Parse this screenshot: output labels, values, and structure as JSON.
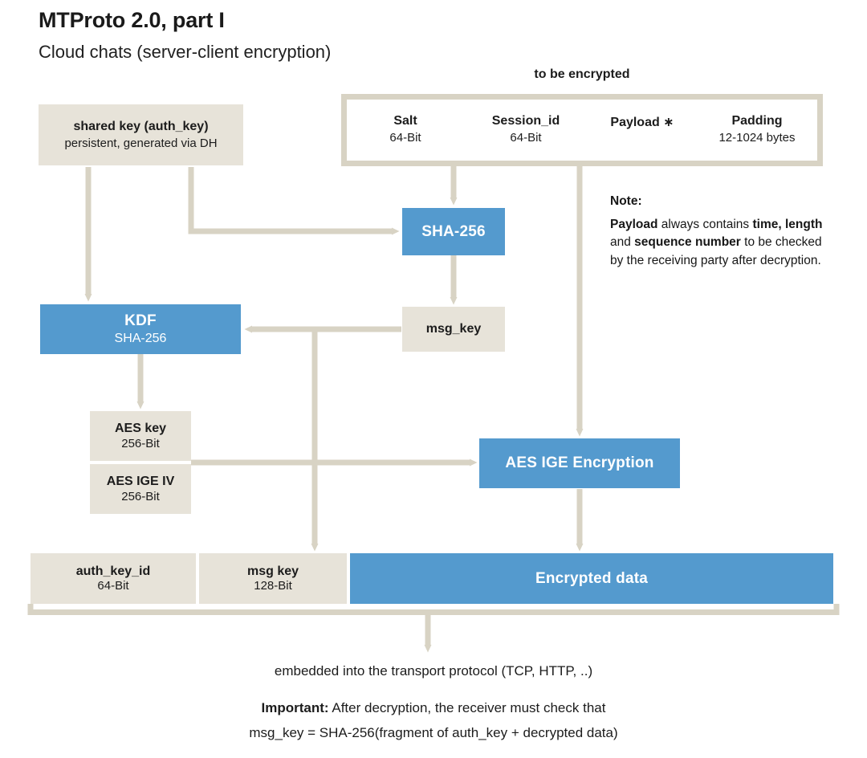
{
  "header": {
    "title": "MTProto 2.0, part I",
    "subtitle": "Cloud chats (server-client encryption)"
  },
  "shared_key": {
    "title": "shared key (auth_key)",
    "sub": "persistent, generated via DH"
  },
  "to_be_encrypted": {
    "caption": "to be encrypted",
    "fields": [
      {
        "name": "Salt",
        "size": "64-Bit"
      },
      {
        "name": "Session_id",
        "size": "64-Bit"
      },
      {
        "name": "Payload ∗",
        "size": ""
      },
      {
        "name": "Padding",
        "size": "12-1024 bytes"
      }
    ]
  },
  "note": {
    "heading": "Note:",
    "line1_a": "Payload",
    "line1_b": " always contains ",
    "line1_c": "time,",
    "line2_a": "length",
    "line2_b": " and ",
    "line2_c": "sequence number",
    "line3": "to be checked by the receiving",
    "line4": "party after decryption."
  },
  "nodes": {
    "sha256": "SHA-256",
    "msg_key": "msg_key",
    "kdf_title": "KDF",
    "kdf_sub": "SHA-256",
    "aes_key": {
      "name": "AES key",
      "size": "256-Bit"
    },
    "aes_iv": {
      "name": "AES IGE IV",
      "size": "256-Bit"
    },
    "aes_ige": "AES IGE Encryption"
  },
  "output_row": [
    {
      "name": "auth_key_id",
      "size": "64-Bit"
    },
    {
      "name": "msg key",
      "size": "128-Bit"
    },
    {
      "name": "Encrypted data",
      "size": ""
    }
  ],
  "footer": {
    "transport": "embedded into the transport protocol (TCP, HTTP, ..)",
    "important_label": "Important:",
    "important_text": " After decryption, the receiver must check that",
    "formula": "msg_key = SHA-256(fragment of auth_key + decrypted data)"
  },
  "colors": {
    "blue": "#549ace",
    "beige": "#e7e3d9",
    "wire": "#d8d3c4",
    "bracket_dark": "#6b6a63",
    "text": "#1c1c1c",
    "background": "#ffffff"
  }
}
